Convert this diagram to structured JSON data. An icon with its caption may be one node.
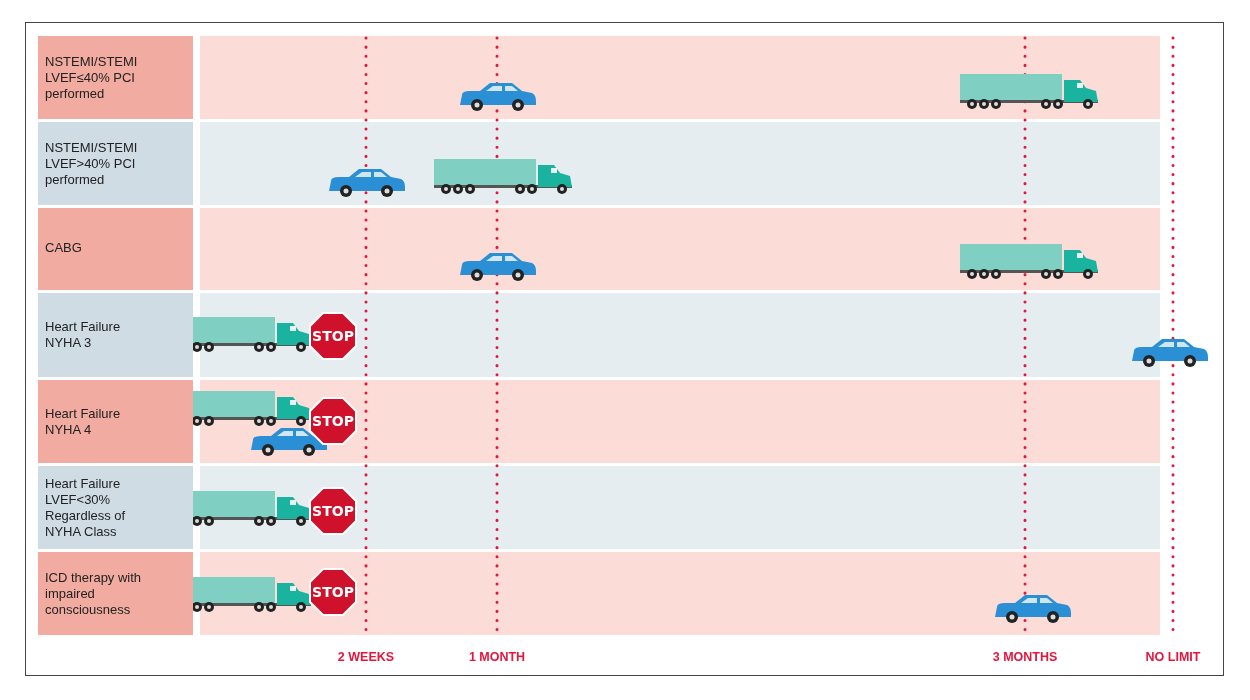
{
  "diagram": {
    "labels": [
      "NSTEMI/STEMI LVEF≤40% PCI performed",
      "NSTEMI/STEMI LVEF>40% PCI performed",
      "CABG",
      "Heart Failure NYHA 3",
      "STOP",
      "Heart Failure NYHA 4",
      "STOP",
      "Heart Failure LVEF<30% Regardless of NYHA Class",
      "STOP",
      "ICD therapy with impaired consciousness",
      "STOP",
      "2 WEEKS",
      "1 MONTH",
      "3 MONTHS",
      "NO LIMIT"
    ]
  }
}
